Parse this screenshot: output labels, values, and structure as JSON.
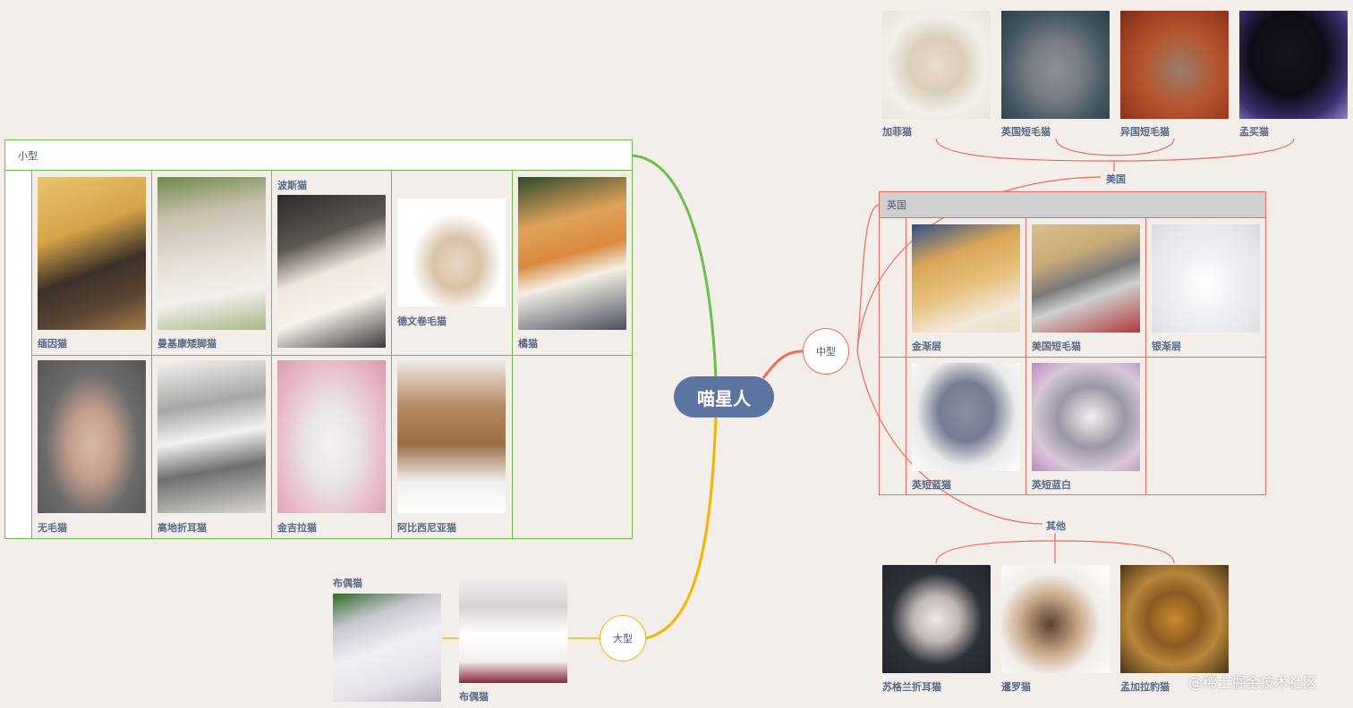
{
  "root": "喵星人",
  "branches": {
    "small": "小型",
    "medium": "中型",
    "large": "大型"
  },
  "small": {
    "row1": [
      "缅因猫",
      "曼基康矮脚猫",
      "波斯猫",
      "德文卷毛猫",
      "橘猫"
    ],
    "row2": [
      "无毛猫",
      "高地折耳猫",
      "金吉拉猫",
      "阿比西尼亚猫"
    ]
  },
  "large": {
    "items": [
      "布偶猫",
      "布偶猫"
    ]
  },
  "medium": {
    "usa": {
      "label": "美国",
      "items": [
        "加菲猫",
        "英国短毛猫",
        "异国短毛猫",
        "孟买猫"
      ]
    },
    "uk": {
      "label": "英国",
      "row1": [
        "金渐层",
        "美国短毛猫",
        "银渐层"
      ],
      "row2": [
        "英短蓝猫",
        "英短蓝白"
      ]
    },
    "other": {
      "label": "其他",
      "items": [
        "苏格兰折耳猫",
        "暹罗猫",
        "孟加拉豹猫"
      ]
    }
  },
  "watermark": "@稀土掘金技术社区",
  "colors": {
    "root": "#5b74a0",
    "small": "#6cc04a",
    "medium": "#f06a5a",
    "large": "#f5b400",
    "background": "#f3eee9"
  }
}
